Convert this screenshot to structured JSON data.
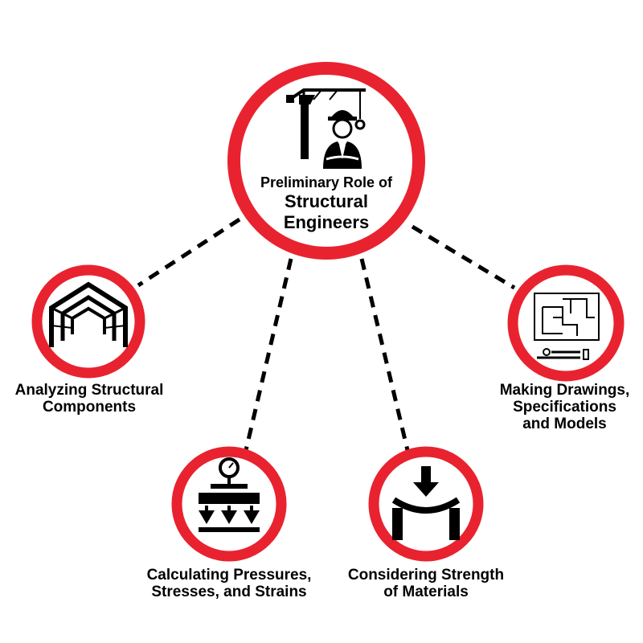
{
  "colors": {
    "ring": "#e8232f",
    "ink": "#000000",
    "background": "#ffffff"
  },
  "center": {
    "title_line1": "Preliminary Role of",
    "title_line2": "Structural",
    "title_line3": "Engineers",
    "icon": "crane-engineer-icon"
  },
  "nodes": [
    {
      "id": "analyzing",
      "label_lines": [
        "Analyzing Structural",
        "Components"
      ],
      "icon": "building-frame-icon"
    },
    {
      "id": "calculating",
      "label_lines": [
        "Calculating Pressures,",
        "Stresses, and Strains"
      ],
      "icon": "pressure-gauge-icon"
    },
    {
      "id": "considering",
      "label_lines": [
        "Considering Strength",
        "of Materials"
      ],
      "icon": "beam-load-icon"
    },
    {
      "id": "making",
      "label_lines": [
        "Making Drawings,",
        "Specifications",
        "and Models"
      ],
      "icon": "blueprint-icon"
    }
  ]
}
